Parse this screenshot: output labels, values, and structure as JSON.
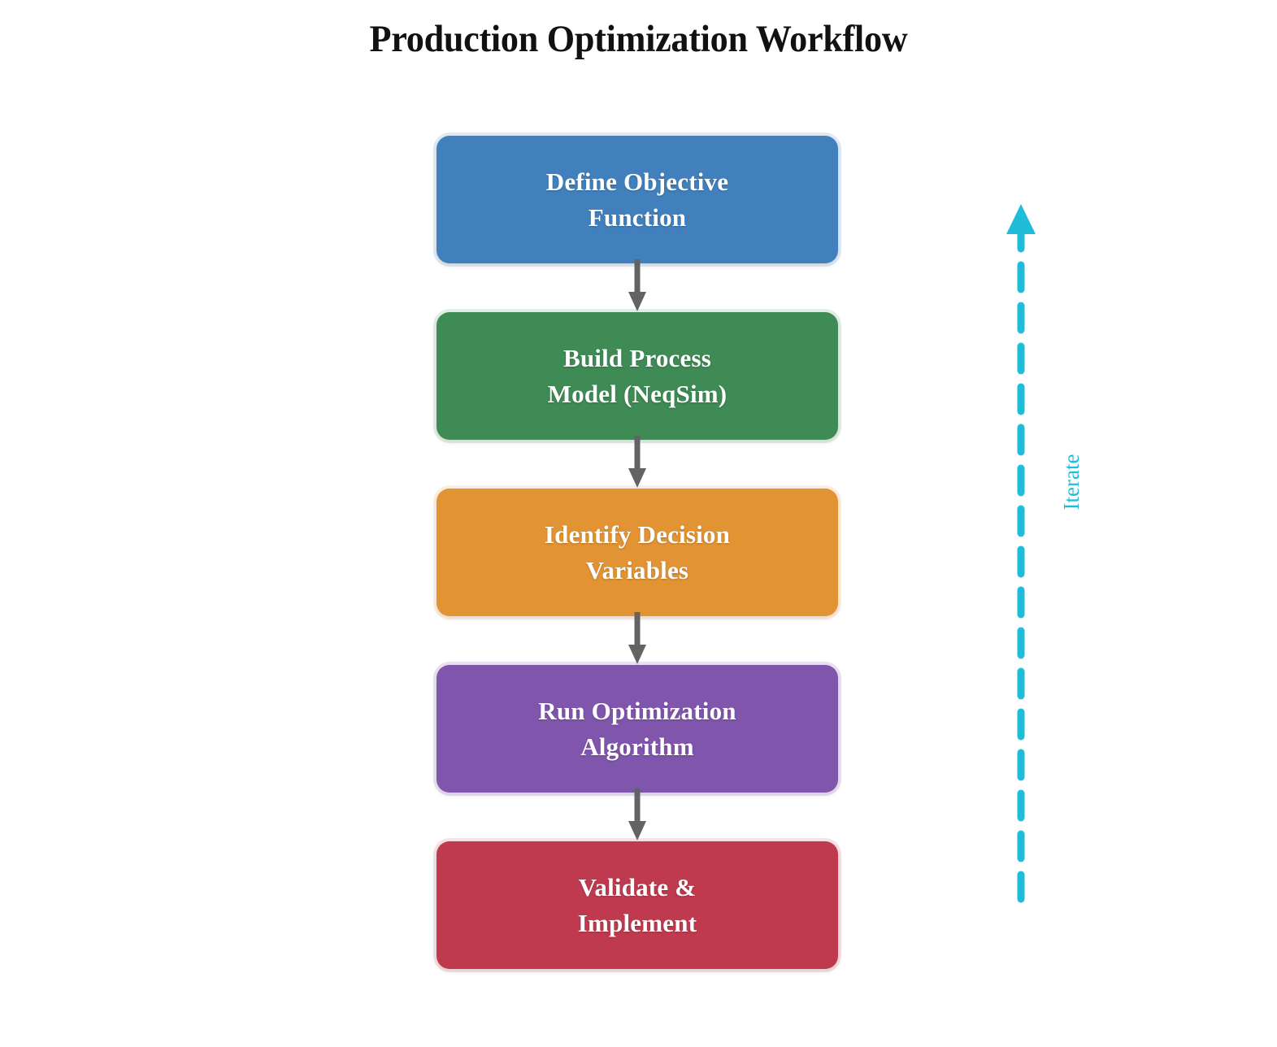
{
  "page": {
    "title": "Production Optimization Workflow",
    "background_color": "#ffffff"
  },
  "chart_data": {
    "type": "diagram",
    "diagram_kind": "flowchart",
    "title": "Production Optimization Workflow",
    "orientation": "top-to-bottom",
    "nodes": [
      {
        "id": "define-objective-function",
        "label": "Define Objective\nFunction",
        "color": "#4180BC",
        "text_color": "#ffffff",
        "order": 1
      },
      {
        "id": "build-process-model",
        "label": "Build Process\nModel (NeqSim)",
        "color": "#3E8B55",
        "text_color": "#ffffff",
        "order": 2
      },
      {
        "id": "identify-decision-variables",
        "label": "Identify Decision\nVariables",
        "color": "#E29434",
        "text_color": "#ffffff",
        "order": 3
      },
      {
        "id": "run-optimization-algorithm",
        "label": "Run Optimization\nAlgorithm",
        "color": "#8055AC",
        "text_color": "#ffffff",
        "order": 4
      },
      {
        "id": "validate-and-implement",
        "label": "Validate &\nImplement",
        "color": "#BF3A4E",
        "text_color": "#ffffff",
        "order": 5
      }
    ],
    "edges": [
      {
        "from": "define-objective-function",
        "to": "build-process-model",
        "style": "solid",
        "color": "#636363",
        "arrow": "down"
      },
      {
        "from": "build-process-model",
        "to": "identify-decision-variables",
        "style": "solid",
        "color": "#636363",
        "arrow": "down"
      },
      {
        "from": "identify-decision-variables",
        "to": "run-optimization-algorithm",
        "style": "solid",
        "color": "#636363",
        "arrow": "down"
      },
      {
        "from": "run-optimization-algorithm",
        "to": "validate-and-implement",
        "style": "solid",
        "color": "#636363",
        "arrow": "down"
      }
    ],
    "annotations": [
      {
        "id": "iterate-loop",
        "label": "Iterate",
        "style": "dashed",
        "color": "#1FBDD7",
        "arrow": "up",
        "orientation": "vertical",
        "label_rotation_deg": -90,
        "position": "right"
      }
    ],
    "colors": {
      "blue": "#4180BC",
      "green": "#3E8B55",
      "orange": "#E29434",
      "purple": "#8055AC",
      "red": "#BF3A4E",
      "arrow_gray": "#636363",
      "iterate_cyan": "#1FBDD7",
      "title_black": "#111111"
    }
  }
}
